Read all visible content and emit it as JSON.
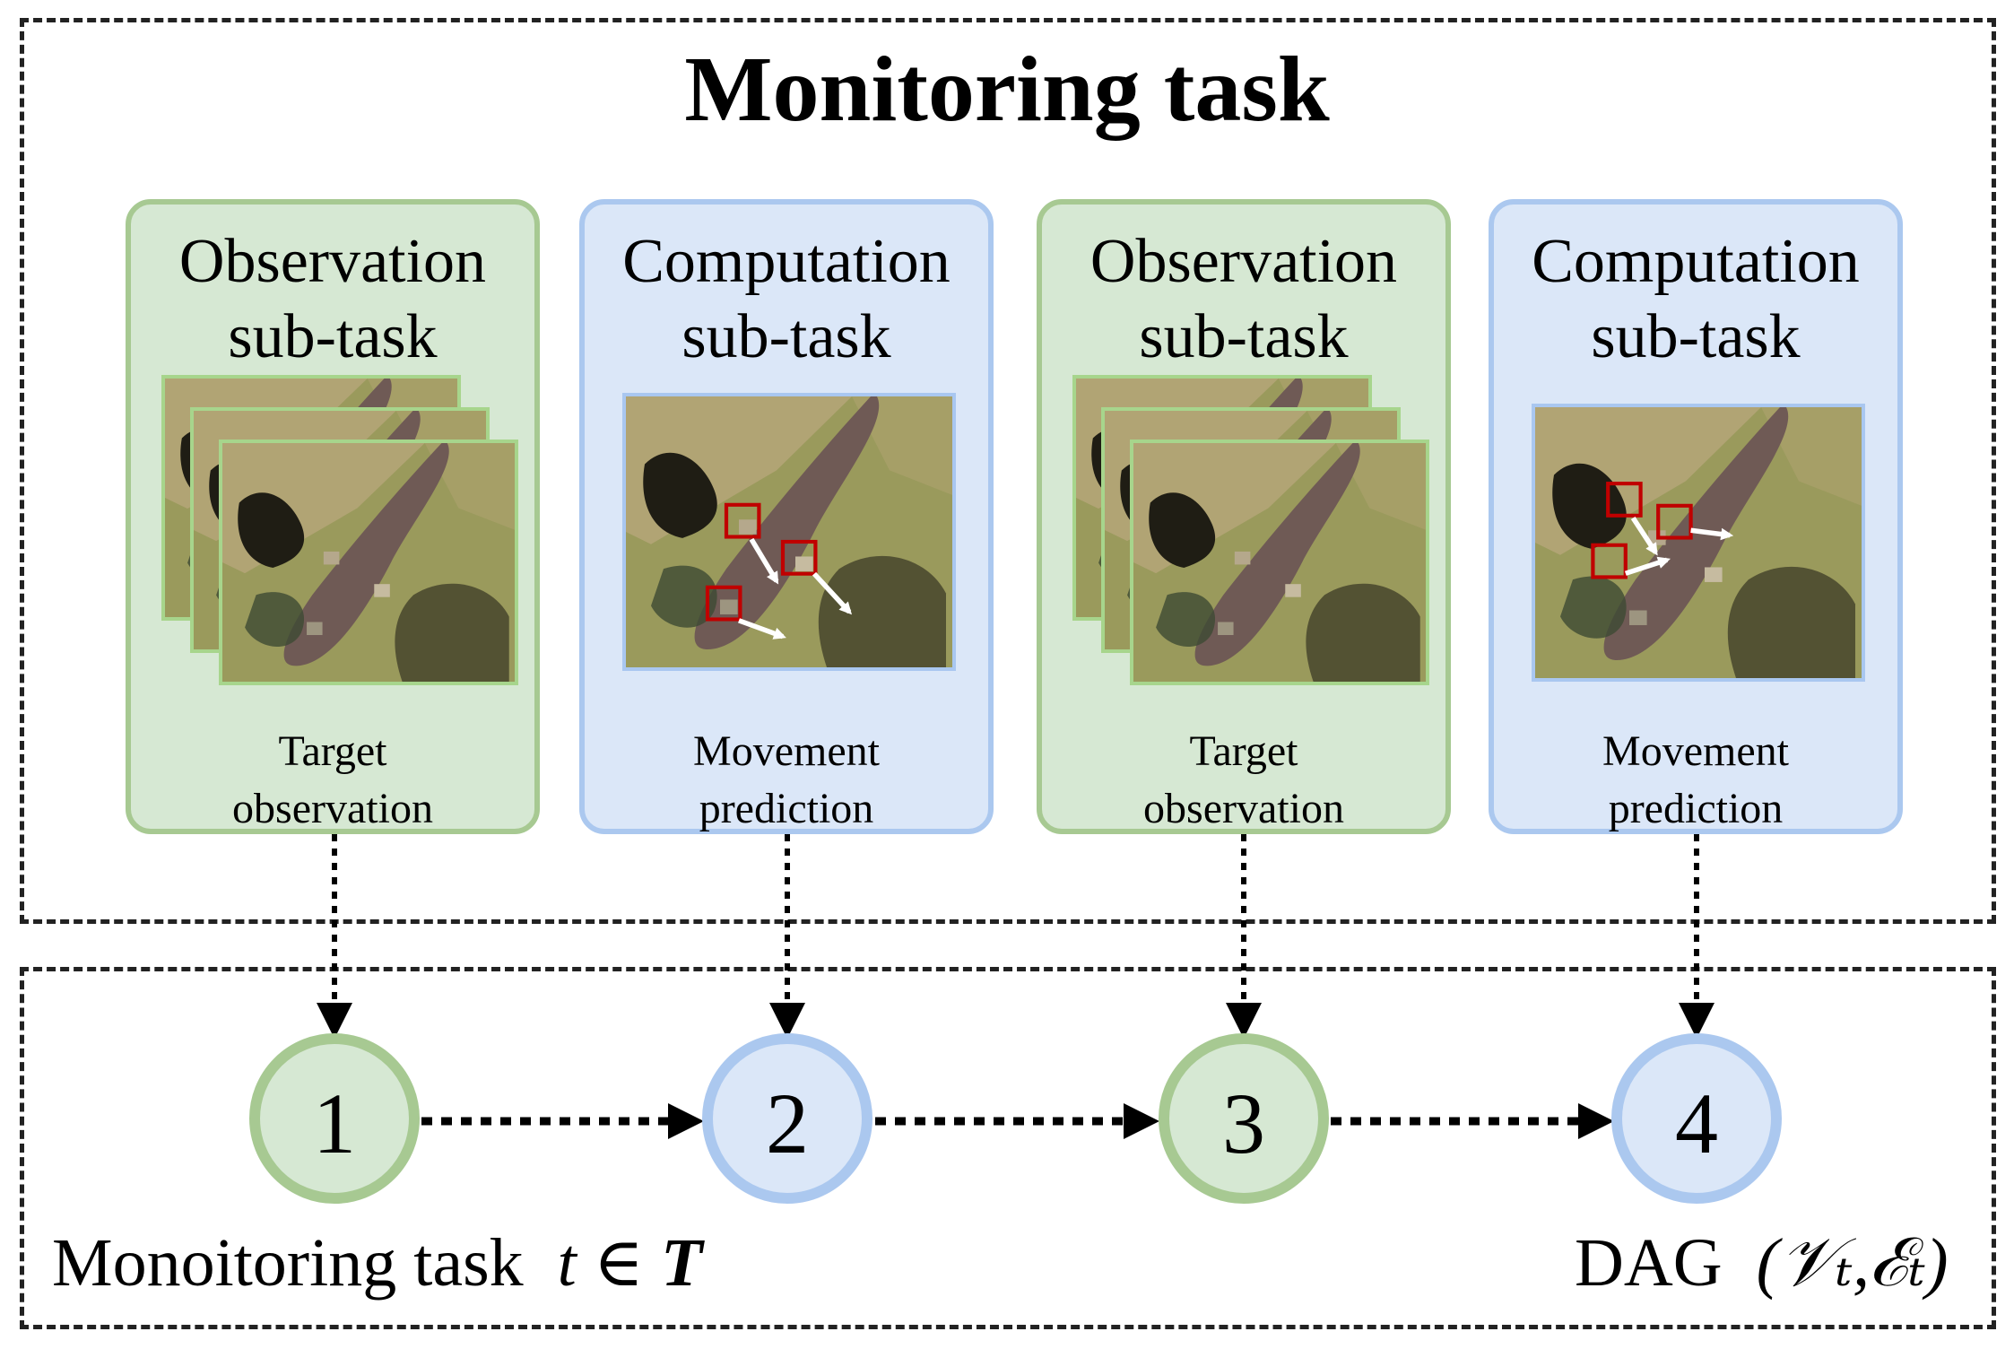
{
  "title": "Monitoring task",
  "cards": [
    {
      "kind": "obs",
      "title_line1": "Observation",
      "title_line2": "sub-task",
      "caption_line1": "Target",
      "caption_line2": "observation"
    },
    {
      "kind": "comp",
      "title_line1": "Computation",
      "title_line2": "sub-task",
      "caption_line1": "Movement",
      "caption_line2": "prediction"
    },
    {
      "kind": "obs",
      "title_line1": "Observation",
      "title_line2": "sub-task",
      "caption_line1": "Target",
      "caption_line2": "observation"
    },
    {
      "kind": "comp",
      "title_line1": "Computation",
      "title_line2": "sub-task",
      "caption_line1": "Movement",
      "caption_line2": "prediction"
    }
  ],
  "nodes": [
    "1",
    "2",
    "3",
    "4"
  ],
  "bottom": {
    "task_label": "Monoitoring task",
    "task_var": "t",
    "task_in": "∈",
    "task_set": "T",
    "dag_label": "DAG",
    "dag_math": "(𝒱ₜ,ℰₜ)"
  },
  "colors": {
    "obs_fill": "#d6e8d3",
    "obs_border": "#a7c992",
    "comp_fill": "#dbe7f8",
    "comp_border": "#abc8ef",
    "bbox_red": "#c00000",
    "frame": "#222222"
  }
}
